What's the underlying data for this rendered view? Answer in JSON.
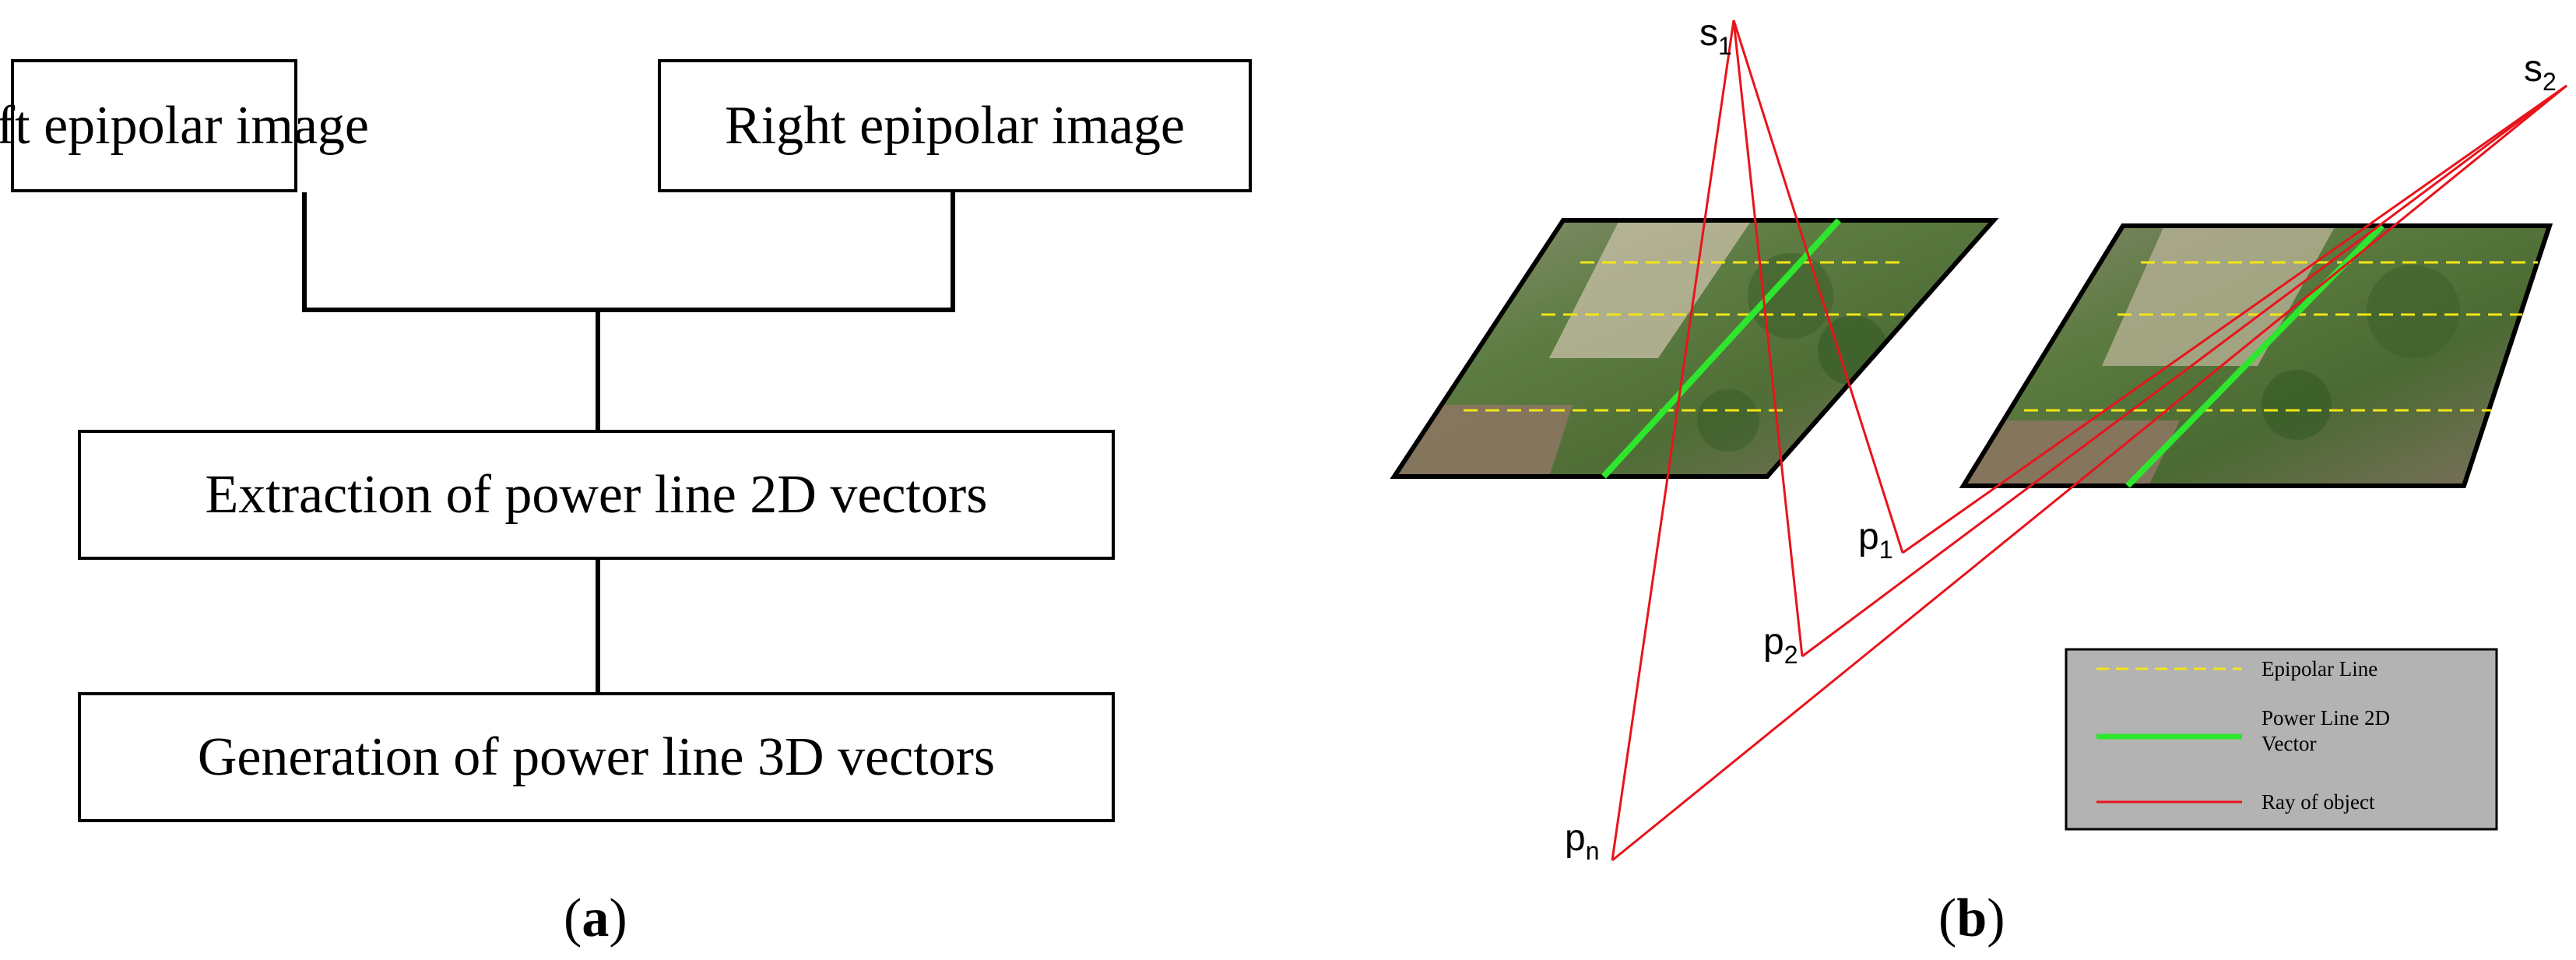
{
  "panel_a": {
    "boxes": {
      "left": "Left epipolar image",
      "right": "Right epipolar image",
      "extraction": "Extraction of power line 2D vectors",
      "generation": "Generation of power line 3D vectors"
    },
    "caption": {
      "open": "(",
      "letter": "a",
      "close": ")"
    }
  },
  "panel_b": {
    "labels": {
      "s1": "s",
      "s1_sub": "1",
      "s2": "s",
      "s2_sub": "2",
      "p1": "p",
      "p1_sub": "1",
      "p2": "p",
      "p2_sub": "2",
      "pn": "p",
      "pn_sub": "n"
    },
    "legend": {
      "epipolar": "Epipolar Line",
      "power_line_1": "Power Line 2D",
      "power_line_2": "Vector",
      "ray": "Ray of object"
    },
    "colors": {
      "ray": "#e8141c",
      "epipolar": "#f2e617",
      "power_line": "#2ee62e",
      "legend_bg": "#b3b3b3"
    },
    "caption": {
      "open": "(",
      "letter": "b",
      "close": ")"
    }
  }
}
